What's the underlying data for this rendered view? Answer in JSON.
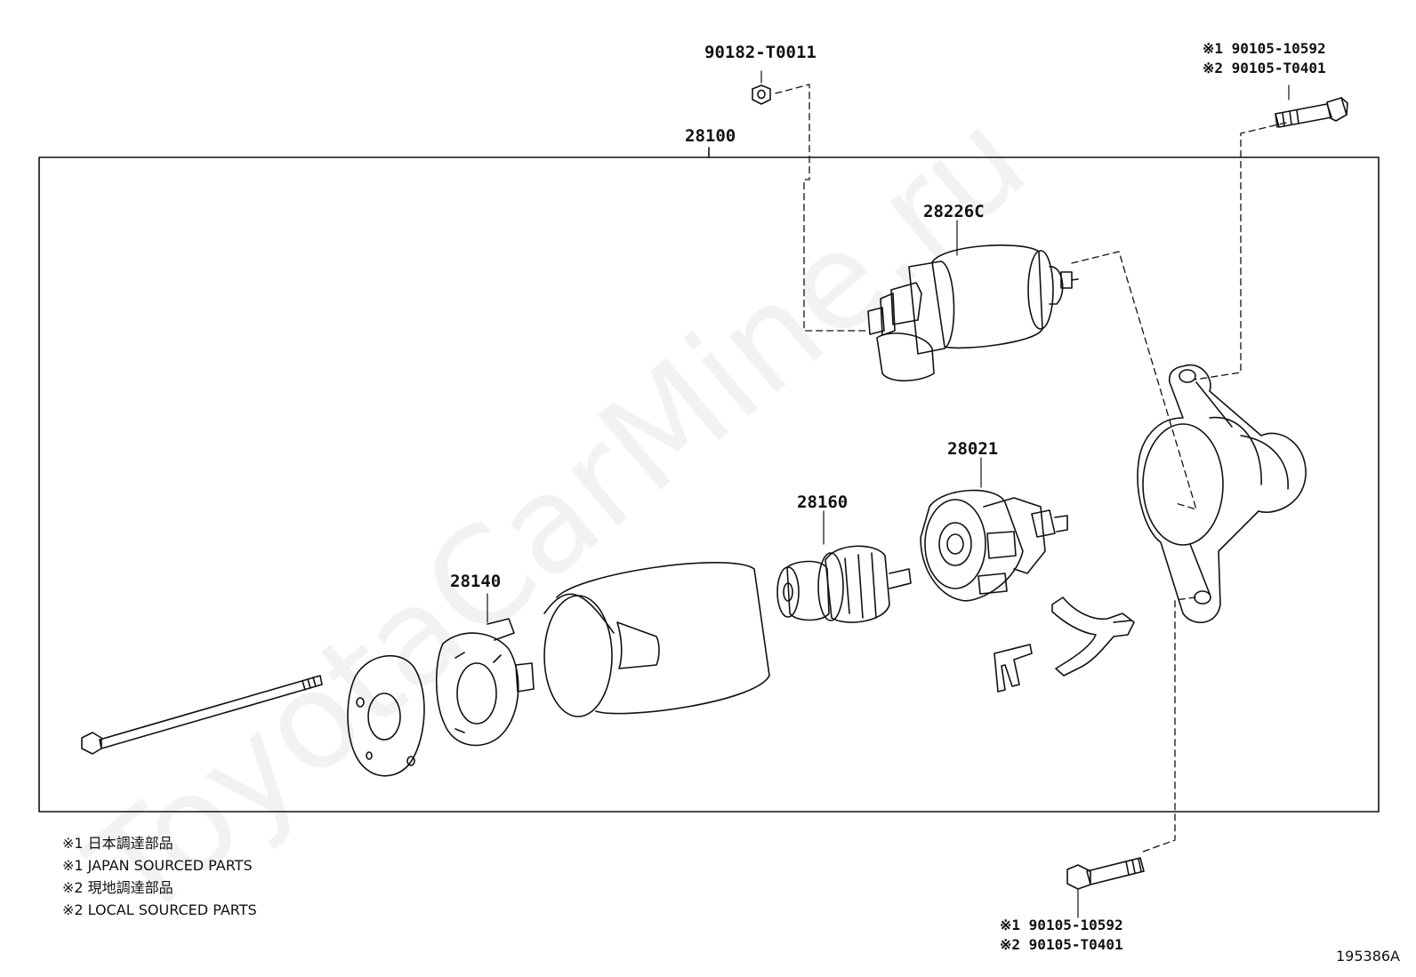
{
  "watermark": "ToyotaCarMine.ru",
  "assembly": {
    "label": "28100"
  },
  "parts": {
    "nut": {
      "label": "90182-T0011"
    },
    "solenoid": {
      "label": "28226C"
    },
    "brush_holder": {
      "label": "28021"
    },
    "armature": {
      "label": "28160"
    },
    "end_frame": {
      "label": "28140"
    }
  },
  "bolts": {
    "top": {
      "line1": "※1 90105-10592",
      "line2": "※2 90105-T0401"
    },
    "bottom": {
      "line1": "※1 90105-10592",
      "line2": "※2 90105-T0401"
    }
  },
  "notes": [
    "※1 日本調達部品",
    "※1 JAPAN SOURCED PARTS",
    "※2 現地調達部品",
    "※2 LOCAL SOURCED PARTS"
  ],
  "figure_id": "195386A"
}
